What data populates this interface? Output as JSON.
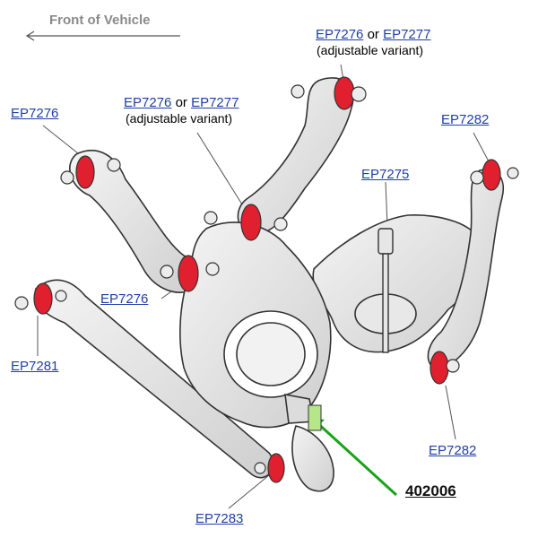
{
  "front_label": "Front of Vehicle",
  "part_word_or": "or",
  "adjustable_text": "(adjustable variant)",
  "labels": {
    "ep7276_upper": "EP7276",
    "ep7277_upper": "EP7277",
    "ep7276_mid": "EP7276",
    "ep7277_mid": "EP7277",
    "ep7276_left": "EP7276",
    "ep7276_lower": "EP7276",
    "ep7282_upper": "EP7282",
    "ep7275": "EP7275",
    "ep7281": "EP7281",
    "ep7282_lower": "EP7282",
    "ep7283": "EP7283",
    "part_402006": "402006"
  },
  "colors": {
    "bushing": "#e0202e",
    "link": "#1f3fa6",
    "pointer": "#1aa31a"
  }
}
